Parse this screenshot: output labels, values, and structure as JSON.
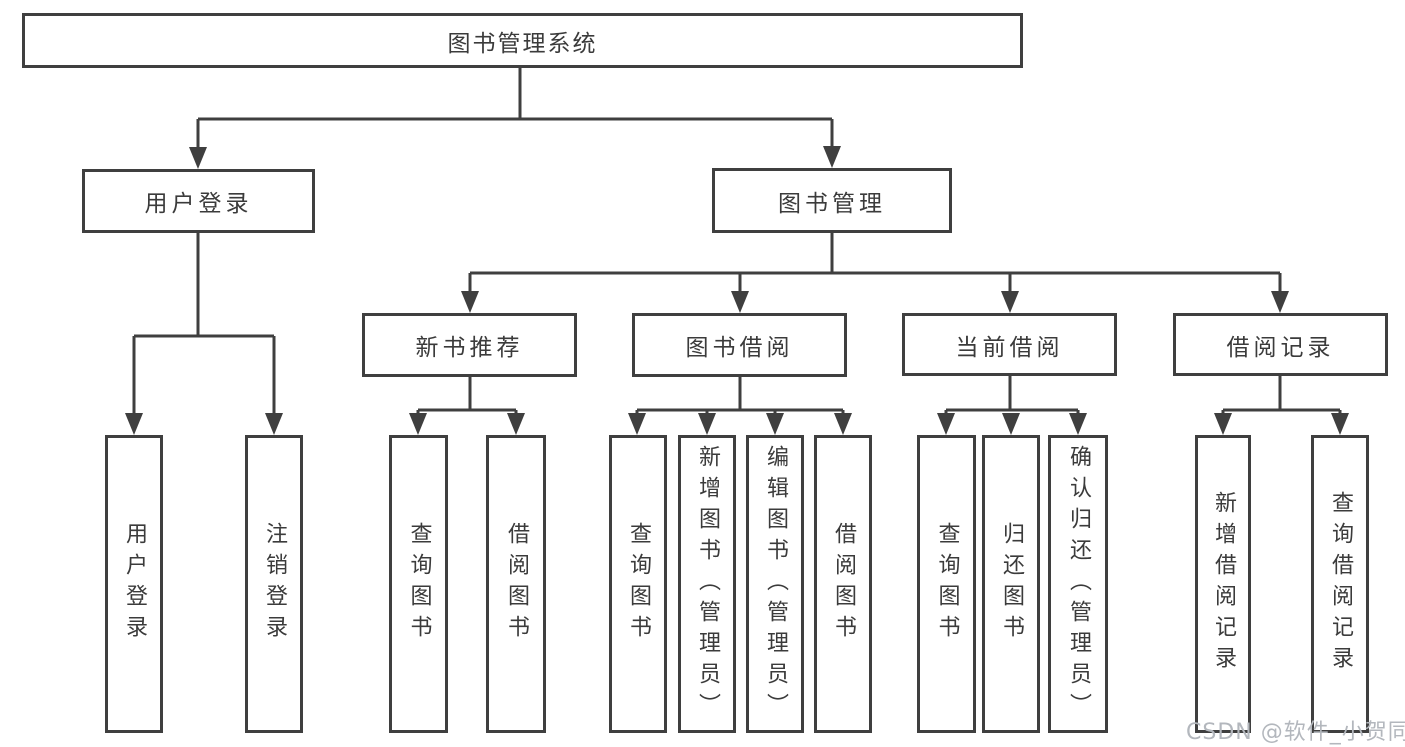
{
  "colors": {
    "line": "#3f3f3f",
    "text": "#3b3b3b",
    "background": "#ffffff",
    "watermark": "#b3b7bd"
  },
  "watermark": "CSDN @软件_小贺同学",
  "tree": {
    "label": "图书管理系统",
    "children": [
      {
        "label": "用户登录",
        "children": [
          {
            "label": "用户登录"
          },
          {
            "label": "注销登录"
          }
        ]
      },
      {
        "label": "图书管理",
        "children": [
          {
            "label": "新书推荐",
            "children": [
              {
                "label": "查询图书"
              },
              {
                "label": "借阅图书"
              }
            ]
          },
          {
            "label": "图书借阅",
            "children": [
              {
                "label": "查询图书"
              },
              {
                "label": "新增图书（管理员）"
              },
              {
                "label": "编辑图书（管理员）"
              },
              {
                "label": "借阅图书"
              }
            ]
          },
          {
            "label": "当前借阅",
            "children": [
              {
                "label": "查询图书"
              },
              {
                "label": "归还图书"
              },
              {
                "label": "确认归还（管理员）"
              }
            ]
          },
          {
            "label": "借阅记录",
            "children": [
              {
                "label": "新增借阅记录"
              },
              {
                "label": "查询借阅记录"
              }
            ]
          }
        ]
      }
    ]
  }
}
